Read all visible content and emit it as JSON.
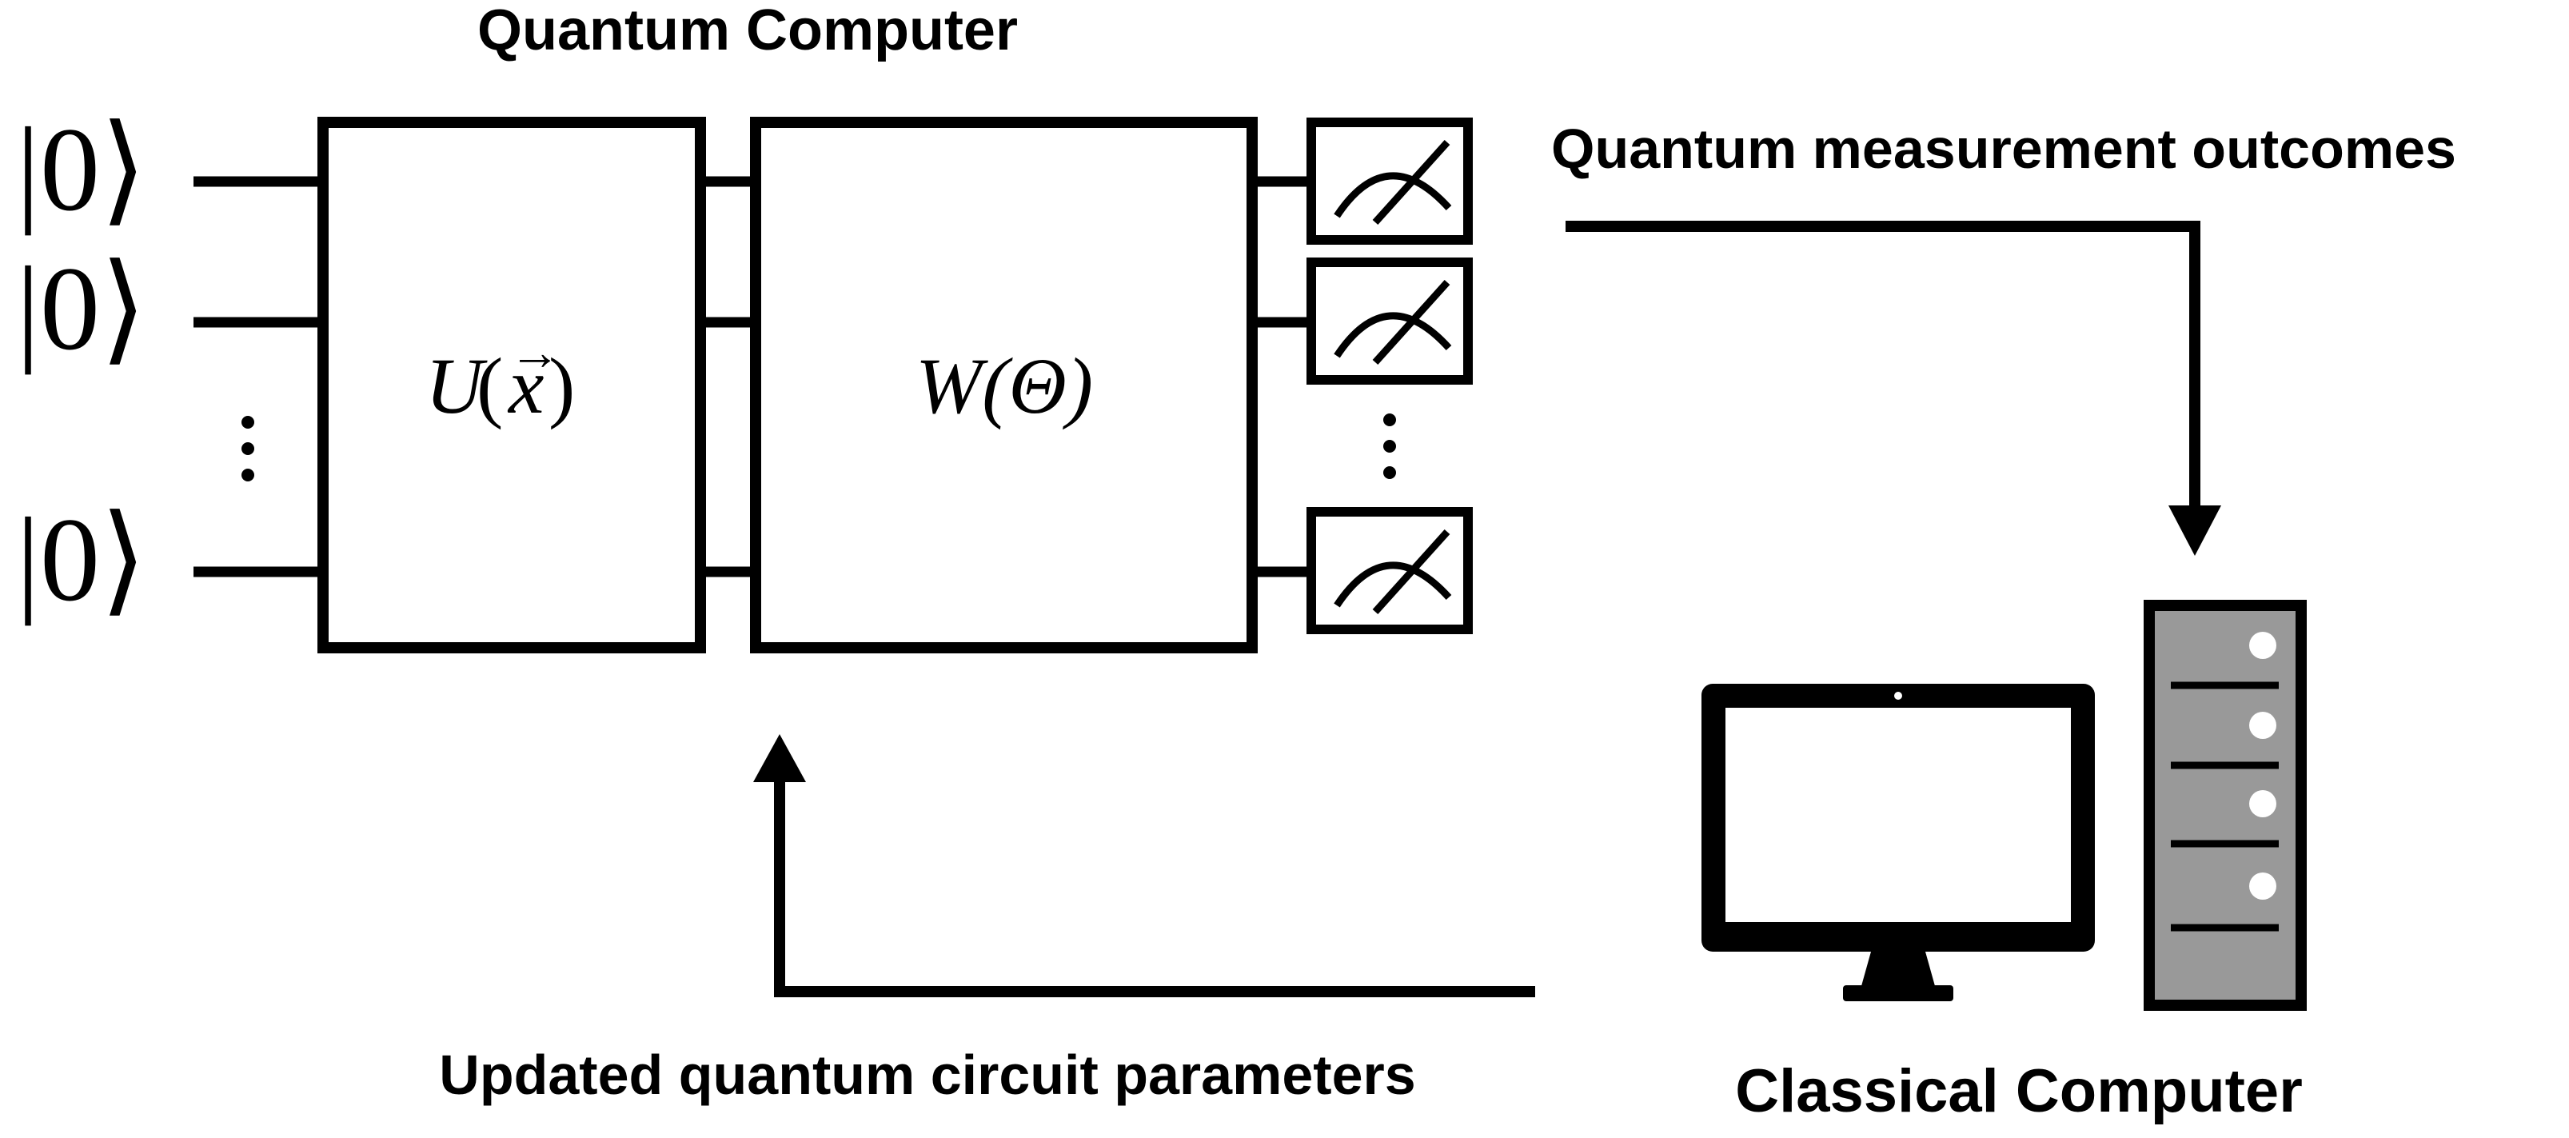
{
  "labels": {
    "quantum_computer": "Quantum Computer",
    "measurement_outcomes": "Quantum measurement outcomes",
    "updated_parameters": "Updated quantum circuit parameters",
    "classical_computer": "Classical Computer"
  },
  "qubits": [
    {
      "ket": "|0⟩"
    },
    {
      "ket": "|0⟩"
    },
    {
      "ket": "|0⟩"
    }
  ],
  "gates": {
    "encoding": {
      "name": "U",
      "arg": "x",
      "open": "(",
      "close": ")",
      "vector_arrow": "→"
    },
    "variational": {
      "text": "W(Θ)"
    }
  },
  "colors": {
    "stroke": "#000000",
    "tower_fill": "#999999",
    "screen_fill": "#ffffff"
  }
}
